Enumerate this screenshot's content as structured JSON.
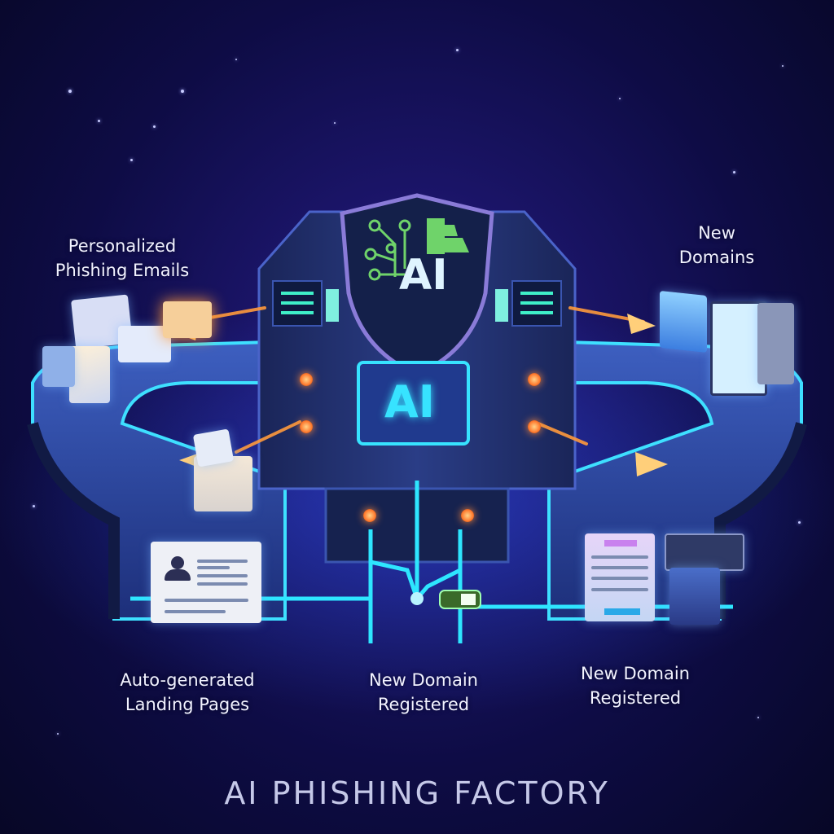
{
  "title": "AI PHISHING FACTORY",
  "shield": {
    "badge_text": "AI",
    "accent": "#6fd36a"
  },
  "screen": {
    "badge_text": "AI",
    "accent": "#37e3ff"
  },
  "labels": {
    "top_left": [
      "Personalized",
      "Phishing Emails"
    ],
    "top_right": [
      "New",
      "Domains"
    ],
    "bottom_left": [
      "Auto-generated",
      "Landing Pages"
    ],
    "bottom_center": [
      "New Domain",
      "Registered"
    ],
    "bottom_right": [
      "New Domain",
      "Registered"
    ]
  },
  "colors": {
    "background": "#0e0c45",
    "machine": "#1c2a66",
    "neon_cyan": "#2ee6ff",
    "beam_orange": "#ff9a3c",
    "title_text": "#c5c8e8"
  },
  "icons": [
    "shield-icon",
    "circuit-icon",
    "envelope-icon",
    "document-icon",
    "user-profile-icon",
    "arrow-icon",
    "battery-icon",
    "led-light-icon"
  ]
}
